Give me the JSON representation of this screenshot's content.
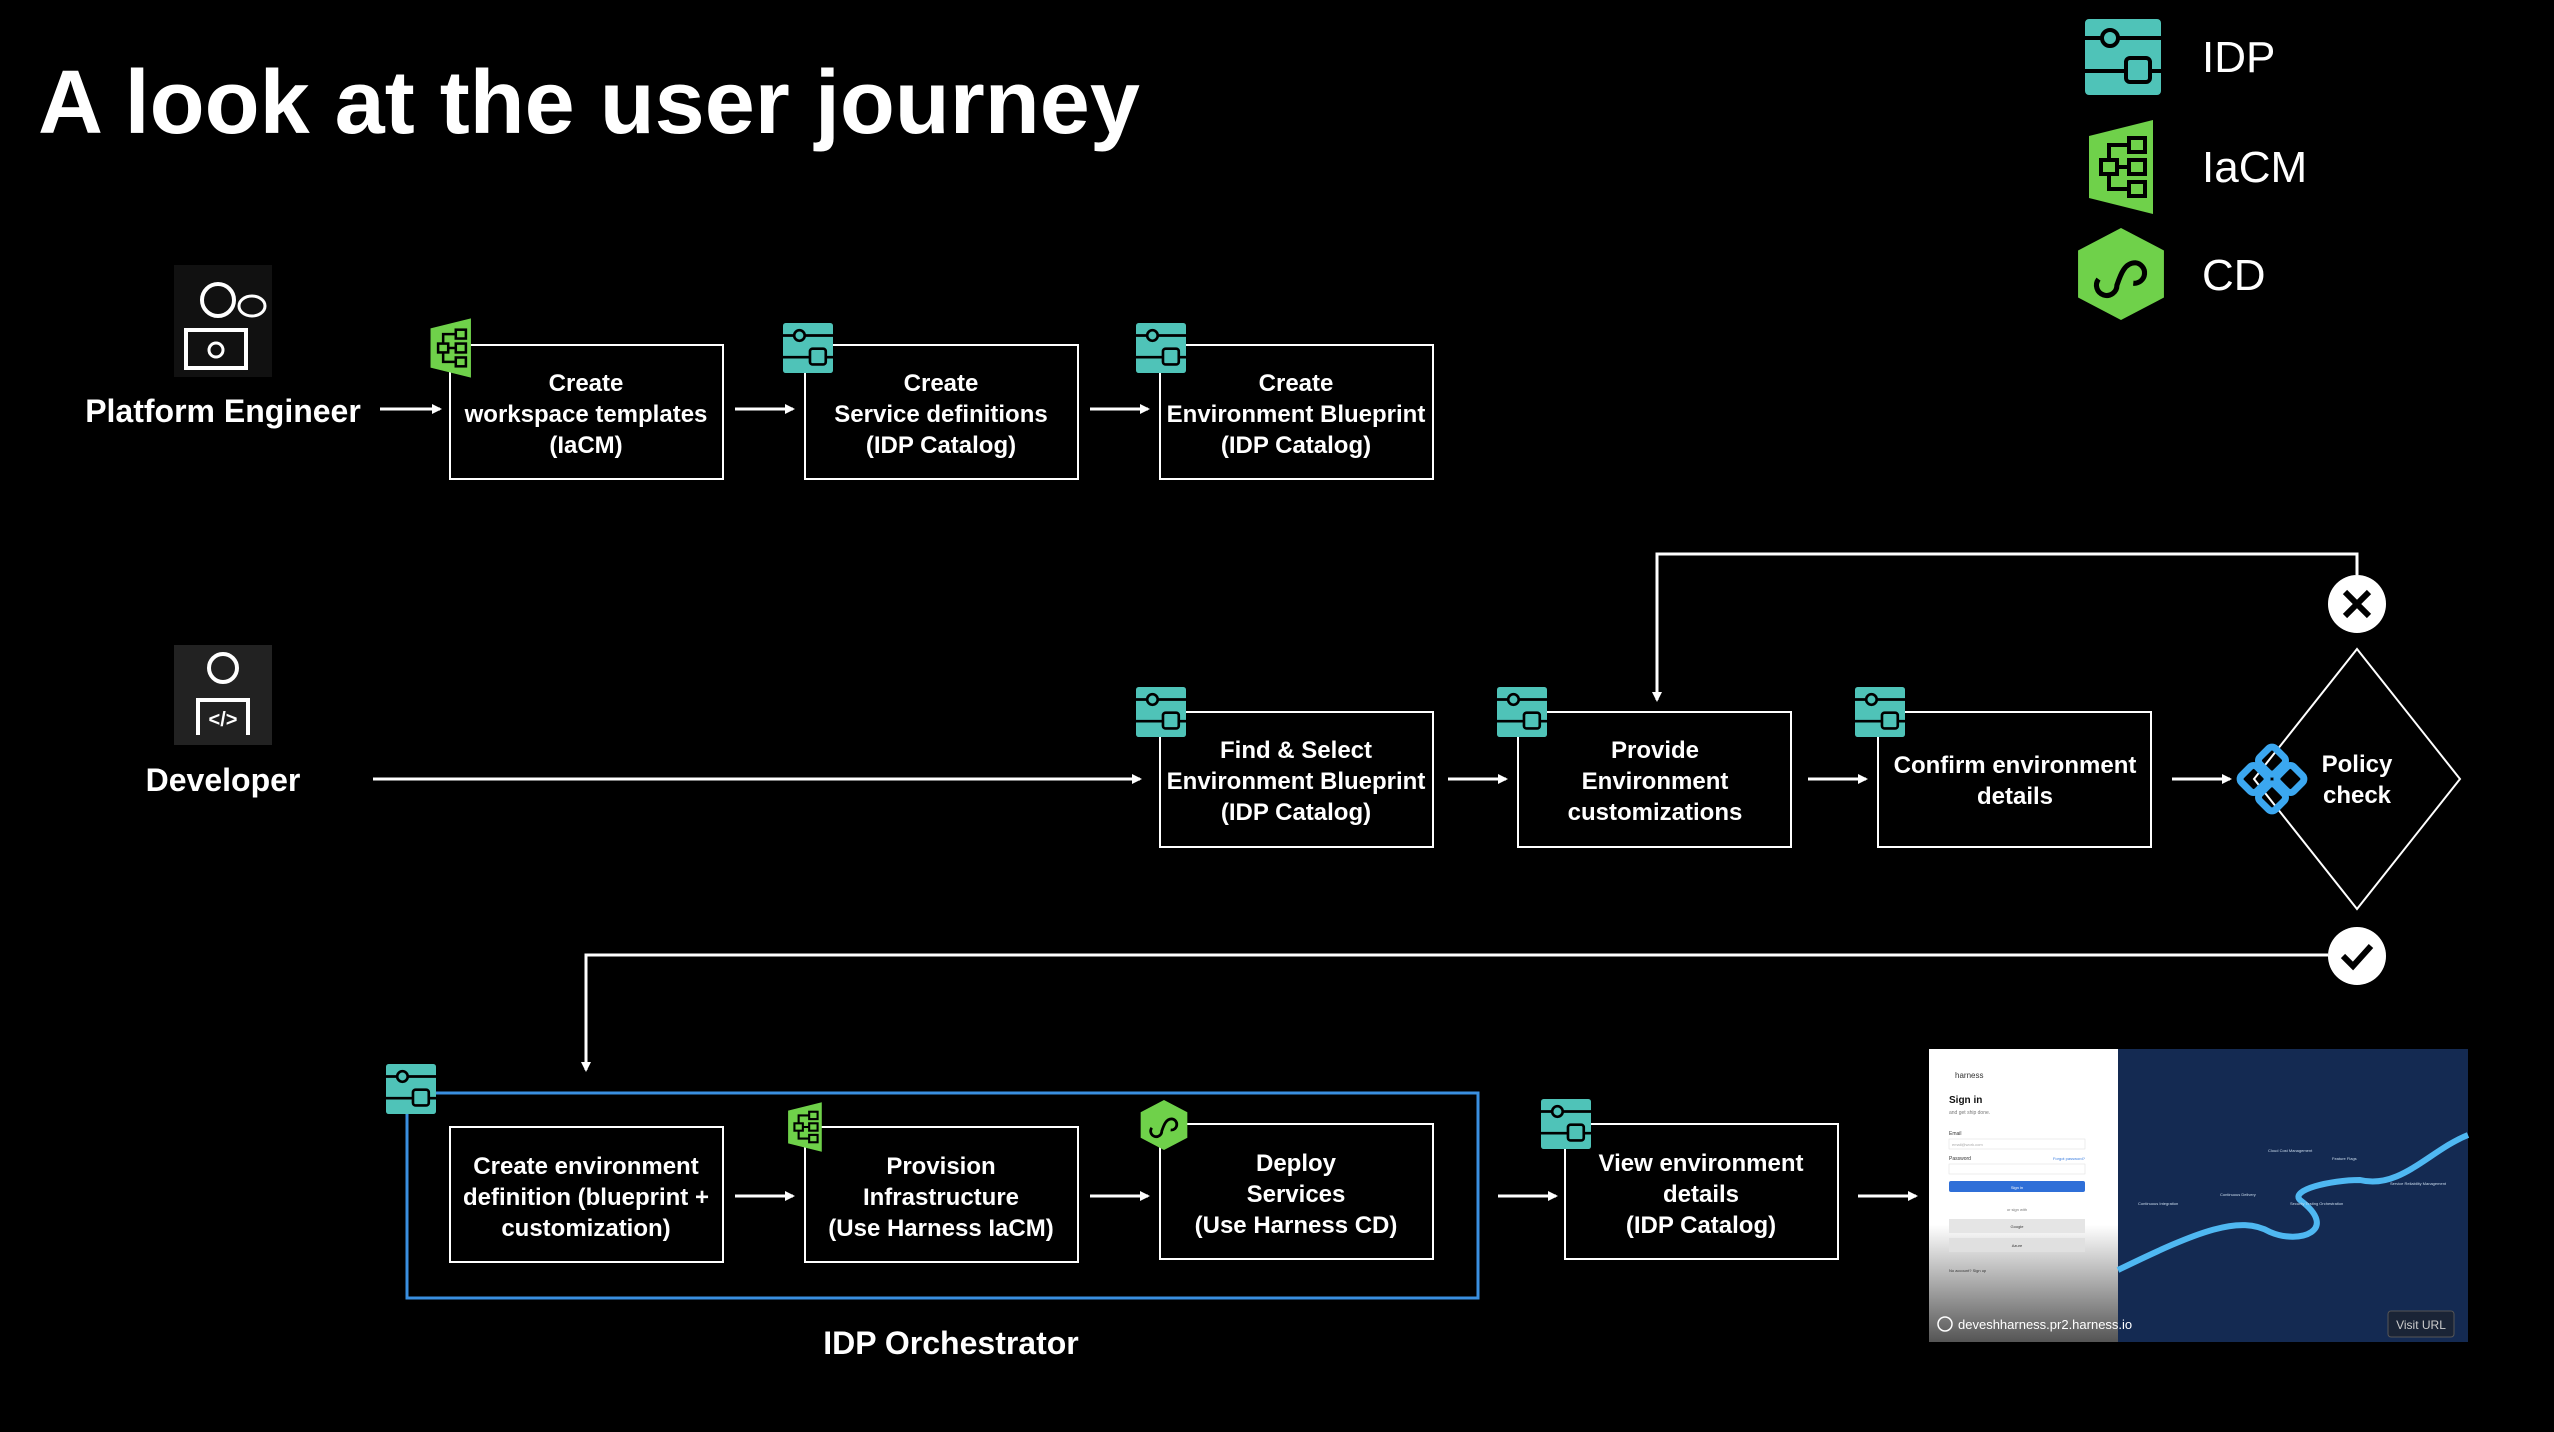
{
  "title": "A look at  the user journey",
  "legend": [
    {
      "label": "IDP",
      "icon": "idp-icon",
      "color": "#4fc3b8"
    },
    {
      "label": "IaCM",
      "icon": "iacm-icon",
      "color": "#6fd14a"
    },
    {
      "label": "CD",
      "icon": "cd-icon",
      "color": "#6fd14a"
    }
  ],
  "actors": {
    "platform_engineer": "Platform Engineer",
    "developer": "Developer"
  },
  "row1": [
    {
      "lines": [
        "Create",
        "workspace templates",
        "(IaCM)"
      ],
      "icon": "iacm-icon"
    },
    {
      "lines": [
        "Create",
        "Service definitions",
        "(IDP Catalog)"
      ],
      "icon": "idp-icon"
    },
    {
      "lines": [
        "Create",
        "Environment Blueprint",
        "(IDP Catalog)"
      ],
      "icon": "idp-icon"
    }
  ],
  "row2": [
    {
      "lines": [
        "Find & Select",
        "Environment Blueprint",
        "(IDP Catalog)"
      ],
      "icon": "idp-icon"
    },
    {
      "lines": [
        "Provide",
        "Environment",
        "customizations"
      ],
      "icon": "idp-icon"
    },
    {
      "lines": [
        "Confirm environment",
        "details"
      ],
      "icon": "idp-icon"
    }
  ],
  "policy": {
    "lines": [
      "Policy",
      "check"
    ],
    "icon": "policy-icon",
    "reject_icon": "x-circle-icon",
    "approve_icon": "check-circle-icon"
  },
  "row3": [
    {
      "lines": [
        "Create environment",
        "definition (blueprint +",
        "customization)"
      ],
      "icon": "idp-icon"
    },
    {
      "lines": [
        "Provision",
        "Infrastructure",
        "(Use Harness IaCM)"
      ],
      "icon": "iacm-icon"
    },
    {
      "lines": [
        "Deploy",
        "Services",
        "(Use Harness CD)"
      ],
      "icon": "cd-icon"
    },
    {
      "lines": [
        "View environment",
        "details",
        "(IDP Catalog)"
      ],
      "icon": "idp-icon"
    }
  ],
  "orchestrator_label": "IDP Orchestrator",
  "orchestrator_color": "#3a8fe0",
  "preview": {
    "brand": "harness",
    "heading": "Sign in",
    "sub": "and get ship done.",
    "email_label": "Email",
    "email_placeholder": "email@work.com",
    "password_label": "Password",
    "forgot": "Forgot password?",
    "signin_button": "Sign in",
    "or": "or sign with",
    "google": "Google",
    "azure": "Azure",
    "no_account": "No account? Sign up",
    "url": "deveshharness.pr2.harness.io",
    "visit": "Visit URL",
    "modules": [
      "Continuous Integration",
      "Continuous Delivery",
      "Cloud Cost Management",
      "Security Testing Orchestration",
      "Feature Flags",
      "Service Reliability Management"
    ]
  }
}
